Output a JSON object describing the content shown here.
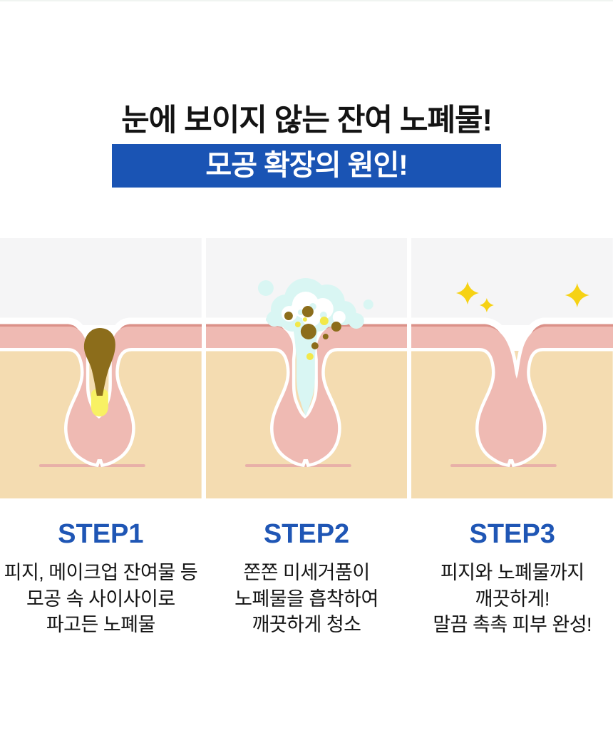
{
  "header": {
    "title": "눈에 보이지 않는 잔여 노폐물!",
    "banner_label": "모공 확장의 원인!"
  },
  "steps": [
    {
      "label": "STEP1",
      "lines": [
        "피지, 메이크업 잔여물 등",
        "모공 속 사이사이로",
        "파고든 노폐물"
      ]
    },
    {
      "label": "STEP2",
      "lines": [
        "쫀쫀 미세거품이",
        "노폐물을 흡착하여",
        "깨끗하게 청소"
      ]
    },
    {
      "label": "STEP3",
      "lines": [
        "피지와 노폐물까지",
        "깨끗하게!",
        "말끔 촉촉 피부 완성!"
      ]
    }
  ],
  "illustration": {
    "panel_descriptions": [
      "pore clogged with sebum plug",
      "micro foam bubbles absorbing waste",
      "clean pore with sparkles"
    ],
    "colors": {
      "page": "#ffffff",
      "banner": "#1a54b4",
      "step": "#1f56b5",
      "text": "#141414",
      "gray": "#f5f5f6",
      "rose": "#db9189",
      "roseline": "#e8b0a8",
      "pink": "#efbab3",
      "beige": "#f4dcb1",
      "sebum": "#8c6d1b",
      "sebumyellow": "#f8f163",
      "foam": "#d9f6f3",
      "dotyellow": "#f2e84a",
      "sparkle": "#f6d214"
    }
  }
}
